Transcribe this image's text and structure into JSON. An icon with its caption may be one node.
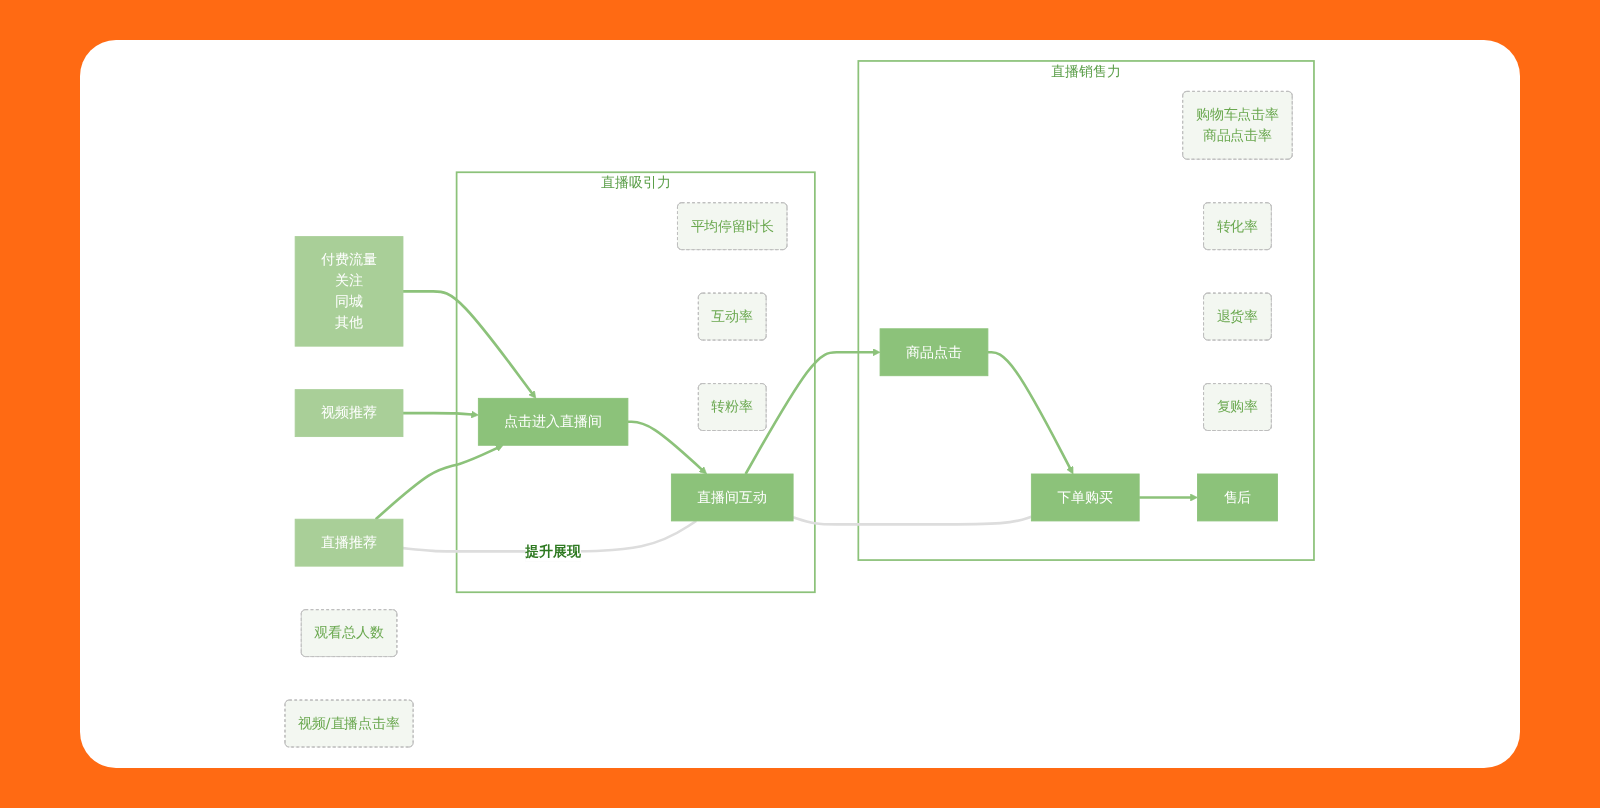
{
  "diagram": {
    "nodes": [
      {
        "text": [
          "付费流量",
          "关注",
          "同城",
          "其他"
        ]
      },
      {
        "text": [
          "视频推荐"
        ]
      },
      {
        "text": [
          "直播推荐"
        ]
      },
      {
        "text": [
          "观看总人数"
        ]
      },
      {
        "text": [
          "视频/直播点击率"
        ]
      },
      {
        "text": [
          "直播吸引力"
        ]
      },
      {
        "text": [
          "点击进入直播间"
        ],
        "in": 5
      },
      {
        "text": [
          "直播间互动"
        ],
        "in": 5
      },
      {
        "text": [
          "平均停留时长"
        ],
        "in": 5
      },
      {
        "text": [
          "互动率"
        ],
        "in": 5
      },
      {
        "text": [
          "转粉率"
        ],
        "in": 5
      },
      {
        "text": [
          "直播销售力"
        ]
      },
      {
        "text": [
          "商品点击"
        ],
        "in": 11
      },
      {
        "text": [
          "下单购买"
        ],
        "in": 11
      },
      {
        "text": [
          "售后"
        ],
        "in": 11
      },
      {
        "text": [
          "购物车点击率",
          "商品点击率"
        ],
        "in": 11
      },
      {
        "text": [
          "转化率"
        ],
        "in": 11
      },
      {
        "text": [
          "退货率"
        ],
        "in": 11
      },
      {
        "text": [
          "复购率"
        ],
        "in": 11
      }
    ],
    "edges": [
      {
        "from": 0,
        "to": 6,
        "arrow": "to"
      },
      {
        "from": 1,
        "to": 6,
        "arrow": "to"
      },
      {
        "from": 2,
        "to": 6,
        "arrow": "to"
      },
      {
        "from": 6,
        "to": 7,
        "arrow": "to"
      },
      {
        "from": 7,
        "to": 12,
        "arrow": "to"
      },
      {
        "from": 12,
        "to": 13,
        "arrow": "to"
      },
      {
        "from": 13,
        "to": 14,
        "arrow": "to"
      },
      {
        "from": 7,
        "to": 2,
        "arrow": "none",
        "label": "提升展现",
        "color": "#dddddd"
      },
      {
        "from": 13,
        "to": 7,
        "arrow": "none",
        "color": "#dddddd"
      }
    ]
  }
}
